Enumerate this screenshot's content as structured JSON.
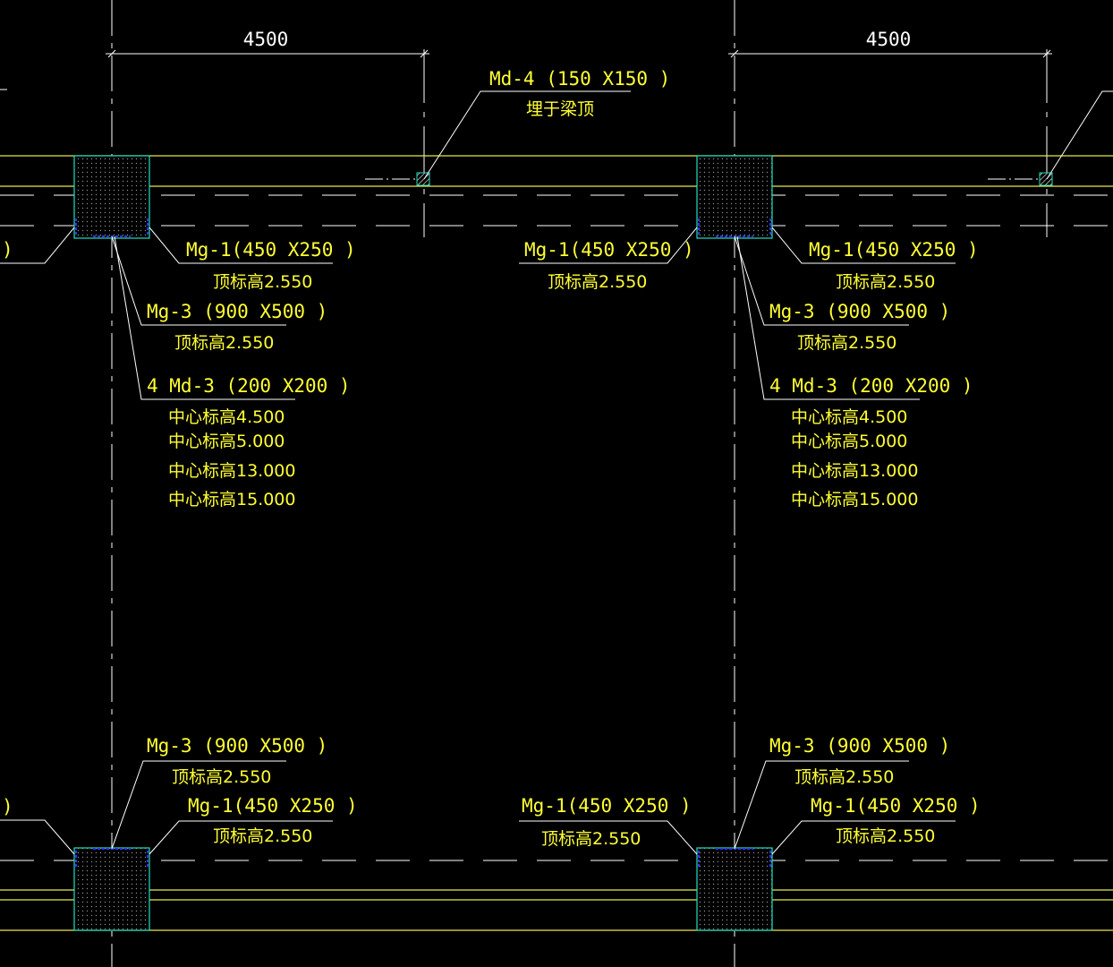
{
  "colors": {
    "background": "#000000",
    "label": "#ffff33",
    "line": "#ffffff",
    "beam": "#e8e84a",
    "column_outline": "#22e0c0",
    "plate": "#3333ff"
  },
  "dimensions": {
    "left": "4500",
    "right": "4500"
  },
  "embeds": {
    "top_left": {
      "mark": "Md-4 (150 X150 )",
      "note": "埋于梁顶"
    }
  },
  "columns": {
    "top_left": {
      "mg1": "Mg-1(450 X250 )",
      "mg1_elev": "顶标高2.550",
      "mg3": "Mg-3 (900 X500 )",
      "mg3_elev": "顶标高2.550",
      "md3": "4 Md-3 (200 X200 )",
      "md3_elev": [
        "中心标高4.500",
        "中心标高5.000",
        "中心标高13.000",
        "中心标高15.000"
      ]
    },
    "top_mid": {
      "mg1": "Mg-1(450 X250 )",
      "mg1_elev": "顶标高2.550"
    },
    "top_right": {
      "mg1": "Mg-1(450 X250 )",
      "mg1_elev": "顶标高2.550",
      "mg3": "Mg-3 (900 X500 )",
      "mg3_elev": "顶标高2.550",
      "md3": "4 Md-3 (200 X200 )",
      "md3_elev": [
        "中心标高4.500",
        "中心标高5.000",
        "中心标高13.000",
        "中心标高15.000"
      ]
    },
    "bottom_left": {
      "mg3": "Mg-3 (900 X500 )",
      "mg3_elev": "顶标高2.550",
      "mg1": "Mg-1(450 X250 )",
      "mg1_elev": "顶标高2.550"
    },
    "bottom_mid": {
      "mg1": "Mg-1(450 X250 )",
      "mg1_elev": "顶标高2.550"
    },
    "bottom_right": {
      "mg3": "Mg-3 (900 X500 )",
      "mg3_elev": "顶标高2.550",
      "mg1": "Mg-1(450 X250 )",
      "mg1_elev": "顶标高2.550"
    }
  },
  "cut_labels": {
    "top_left_edge": ")",
    "bottom_left_edge": ")"
  }
}
